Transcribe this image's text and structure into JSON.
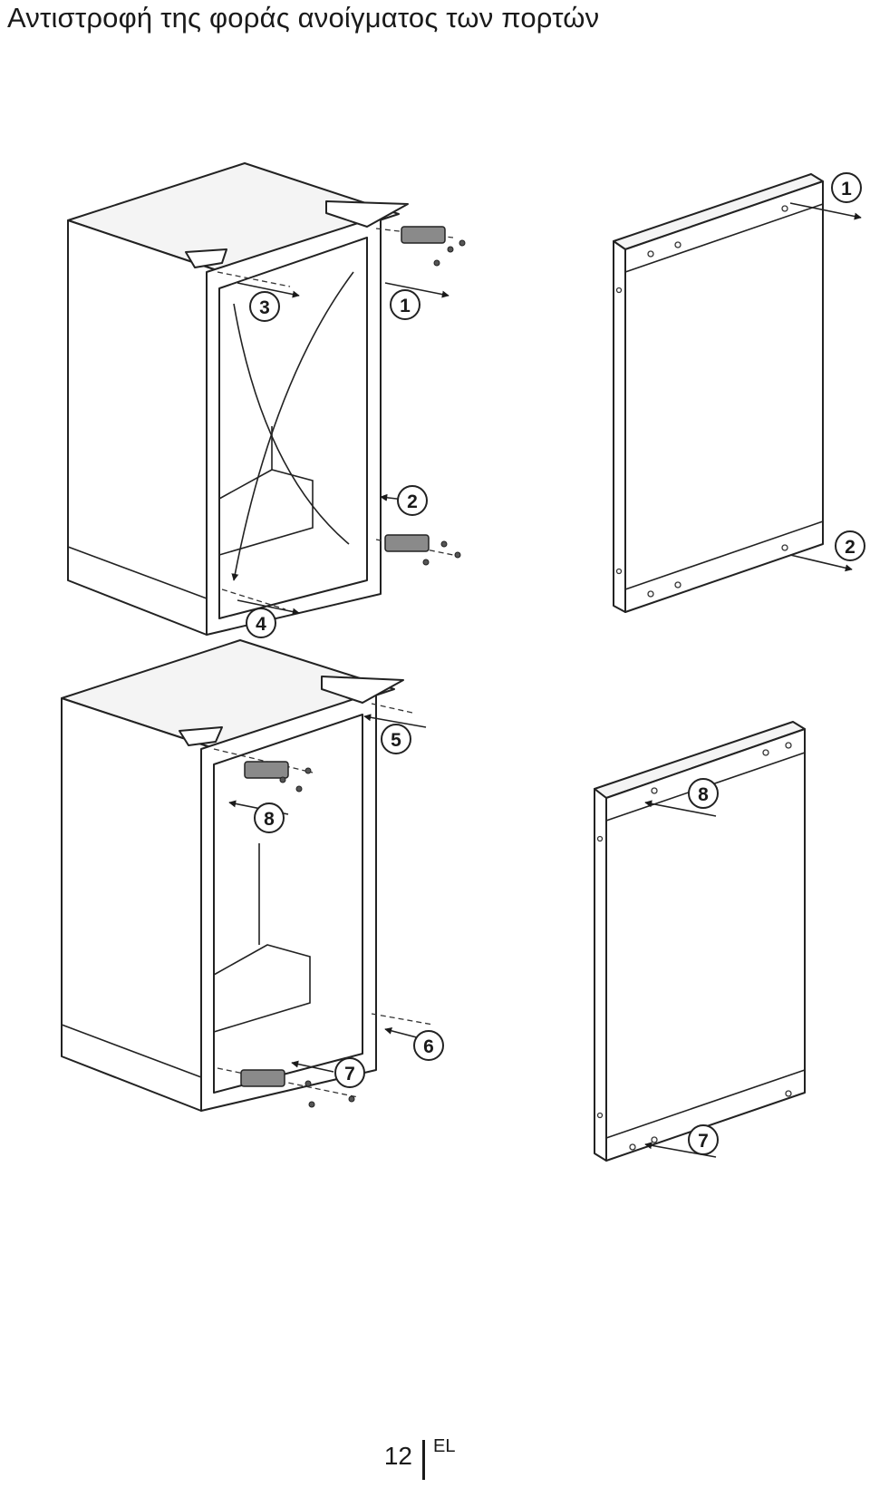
{
  "page": {
    "title": "Αντιστροφή της φοράς ανοίγματος των πορτών",
    "page_number": "12",
    "language": "EL"
  },
  "steps": {
    "s1": "1",
    "s2": "2",
    "s3": "3",
    "s4": "4",
    "s5": "5",
    "s6": "6",
    "s7": "7",
    "s8": "8"
  }
}
